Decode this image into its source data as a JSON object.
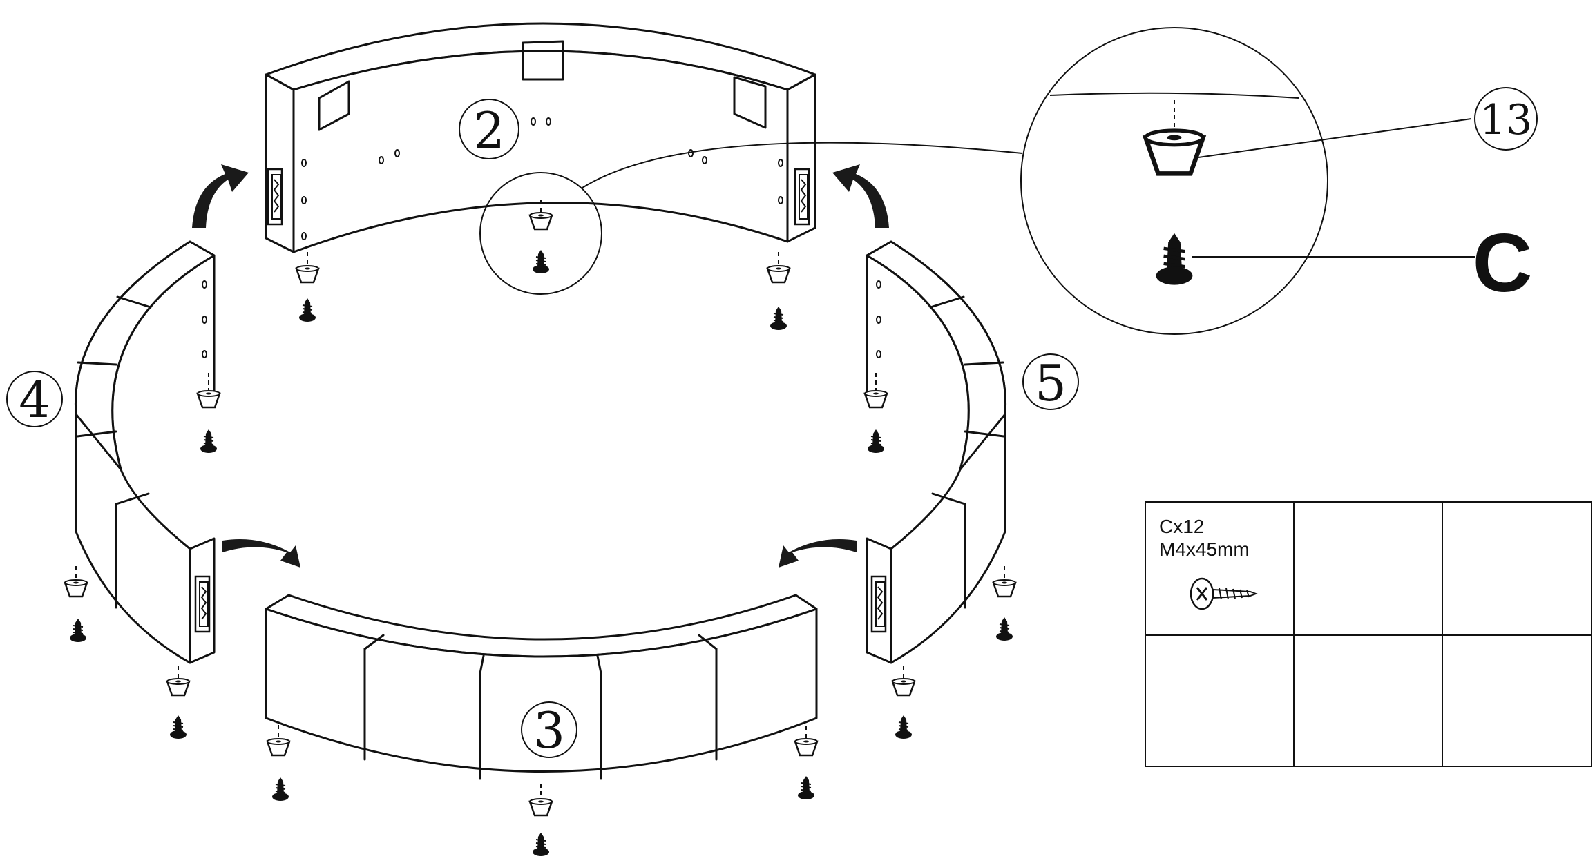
{
  "labels": {
    "part_2": "2",
    "part_3": "3",
    "part_4": "4",
    "part_5": "5",
    "part_13": "13",
    "hardware_c": "C"
  },
  "hardware_table": {
    "code_qty": "Cx12",
    "spec": "M4x45mm",
    "icon": "screw-icon"
  }
}
